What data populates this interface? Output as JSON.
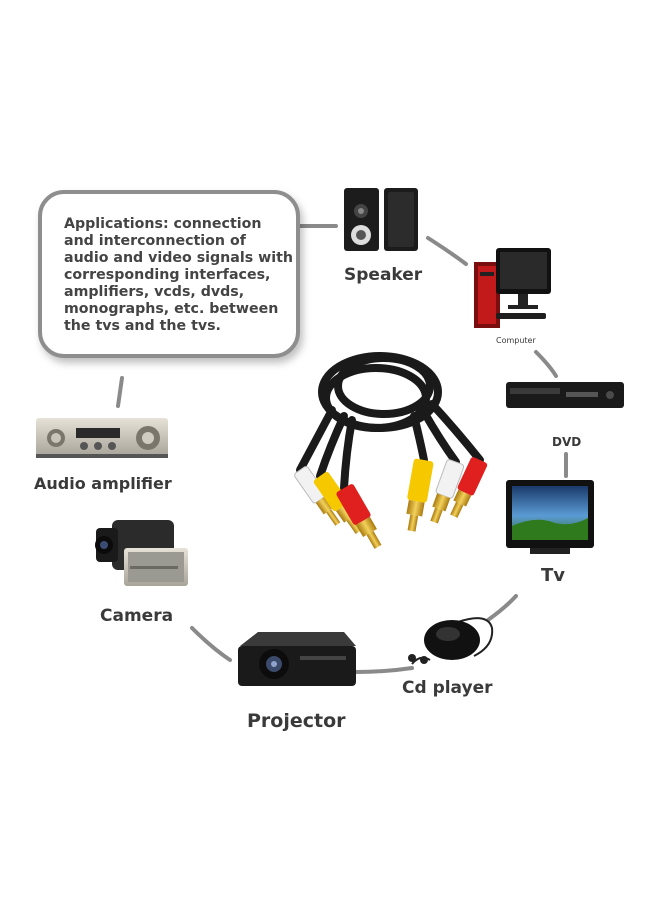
{
  "info_box": {
    "text": "Applications: connection and interconnection of audio and video signals with corresponding interfaces, amplifiers, vcds, dvds, monographs, etc. between the tvs and the tvs."
  },
  "devices": {
    "speaker": "Speaker",
    "computer": "Computer",
    "dvd": "DVD",
    "tv": "Tv",
    "cd_player": "Cd player",
    "projector": "Projector",
    "camera": "Camera",
    "audio_amplifier": "Audio amplifier"
  },
  "colors": {
    "connector_line": "#8a8a8a",
    "cable": "#1a1a1a",
    "plug_red": "#e0201e",
    "plug_yellow": "#f5c800",
    "plug_white": "#f2f2f2",
    "gold_tip": "#d7a521"
  }
}
